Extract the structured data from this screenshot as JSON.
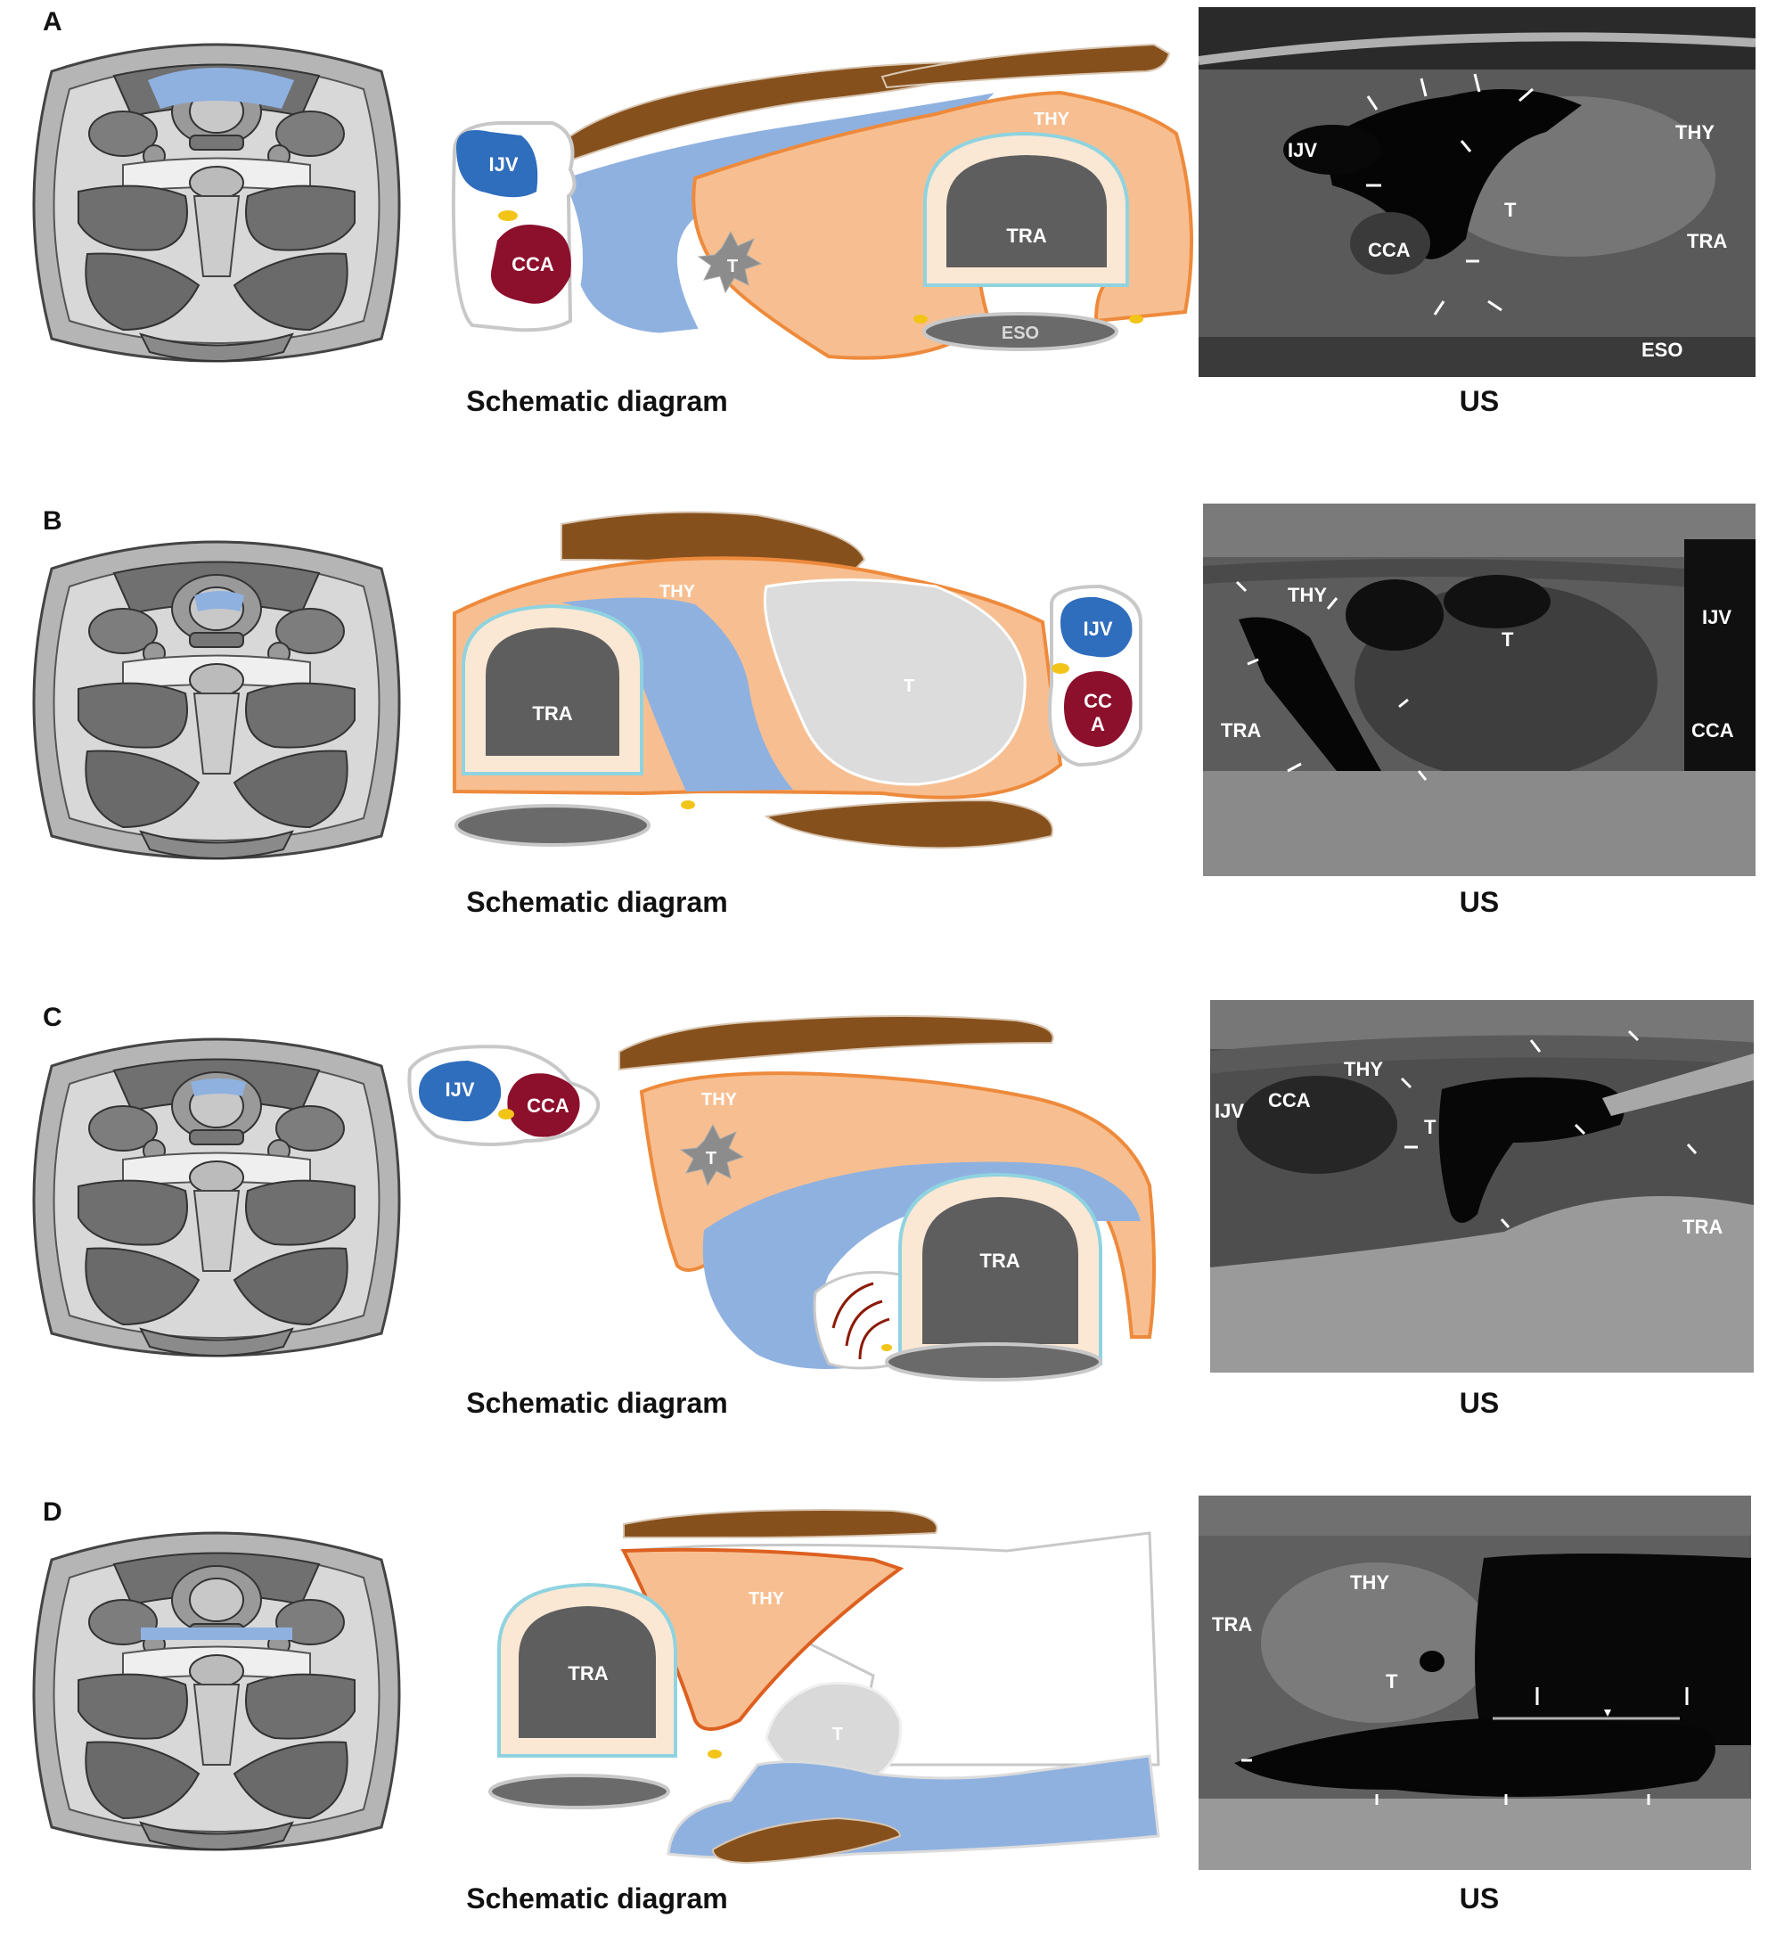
{
  "panels": [
    {
      "letter": "A",
      "caption_left": "Schematic diagram",
      "caption_right": "US",
      "diagram_labels": {
        "ijv": "IJV",
        "cca": "CCA",
        "thy": "THY",
        "t": "T",
        "tra": "TRA",
        "eso": "ESO"
      },
      "us_labels": {
        "ijv": "IJV",
        "thy": "THY",
        "t": "T",
        "cca": "CCA",
        "tra": "TRA",
        "eso": "ESO"
      }
    },
    {
      "letter": "B",
      "caption_left": "Schematic diagram",
      "caption_right": "US",
      "diagram_labels": {
        "thy": "THY",
        "t": "T",
        "tra": "TRA",
        "ijv": "IJV",
        "cca_1": "CC",
        "cca_2": "A"
      },
      "us_labels": {
        "thy": "THY",
        "t": "T",
        "ijv": "IJV",
        "tra": "TRA",
        "cca": "CCA"
      }
    },
    {
      "letter": "C",
      "caption_left": "Schematic diagram",
      "caption_right": "US",
      "diagram_labels": {
        "ijv": "IJV",
        "cca": "CCA",
        "thy": "THY",
        "t": "T",
        "tra": "TRA"
      },
      "us_labels": {
        "thy": "THY",
        "ijv": "IJV",
        "cca": "CCA",
        "t": "T",
        "tra": "TRA"
      }
    },
    {
      "letter": "D",
      "caption_left": "Schematic diagram",
      "caption_right": "US",
      "diagram_labels": {
        "thy": "THY",
        "tra": "TRA",
        "t": "T"
      },
      "us_labels": {
        "thy": "THY",
        "tra": "TRA",
        "t": "T"
      }
    }
  ],
  "colors": {
    "thyroid_fill": "#f7bf91",
    "thyroid_stroke": "#ee8a3c",
    "fluid_blue": "#8fb1e0",
    "muscle_brown": "#86501d",
    "ijv_blue": "#2f6dbd",
    "cca_red": "#8c0f2c",
    "trachea_dark": "#5e5e5e",
    "nerve_yellow": "#f2c418",
    "outline_gray": "#c8c8c8"
  }
}
